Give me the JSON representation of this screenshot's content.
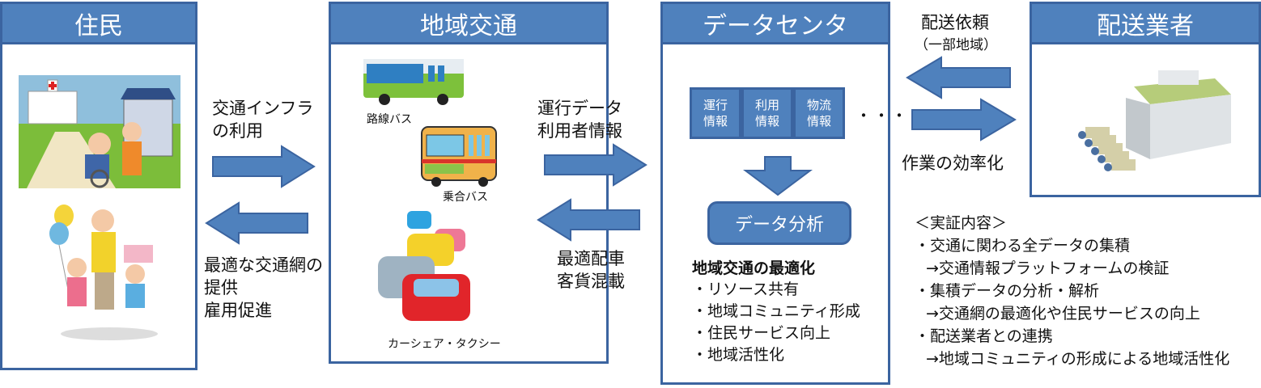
{
  "panels": {
    "residents": {
      "title": "住民"
    },
    "transport": {
      "title": "地域交通",
      "vehicles": [
        {
          "label": "路線バス",
          "icon": "route-bus-icon"
        },
        {
          "label": "乗合バス",
          "icon": "shared-bus-icon"
        },
        {
          "label": "カーシェア・タクシー",
          "icon": "car-share-taxi-icon"
        }
      ]
    },
    "datacenter": {
      "title": "データセンタ",
      "info_boxes": [
        {
          "line1": "運行",
          "line2": "情報"
        },
        {
          "line1": "利用",
          "line2": "情報"
        },
        {
          "line1": "物流",
          "line2": "情報"
        }
      ],
      "more": "・・・",
      "analysis": "データ分析",
      "optimization_title": "地域交通の最適化",
      "optimization_items": [
        "・リソース共有",
        "・地域コミュニティ形成",
        "・住民サービス向上",
        "・地域活性化"
      ]
    },
    "delivery": {
      "title": "配送業者"
    }
  },
  "flows": {
    "residents_to_transport": {
      "line1": "交通インフラ",
      "line2": "の利用"
    },
    "transport_to_residents": {
      "line1": "最適な交通網の",
      "line2": "提供",
      "line3": "雇用促進"
    },
    "transport_to_datacenter": {
      "line1": "運行データ",
      "line2": "利用者情報"
    },
    "datacenter_to_transport": {
      "line1": "最適配車",
      "line2": "客貨混載"
    },
    "delivery_to_datacenter": {
      "line1": "配送依頼",
      "line2": "（一部地域）"
    },
    "datacenter_to_delivery": {
      "line1": "作業の効率化"
    }
  },
  "verification": {
    "title": "＜実証内容＞",
    "items": [
      "・交通に関わる全データの集積",
      "→交通情報プラットフォームの検証",
      "・集積データの分析・解析",
      "→交通網の最適化や住民サービスの向上",
      "・配送業者との連携",
      "→地域コミュニティの形成による地域活性化"
    ]
  },
  "colors": {
    "primary": "#4f81bd",
    "border": "#3b64a0"
  }
}
